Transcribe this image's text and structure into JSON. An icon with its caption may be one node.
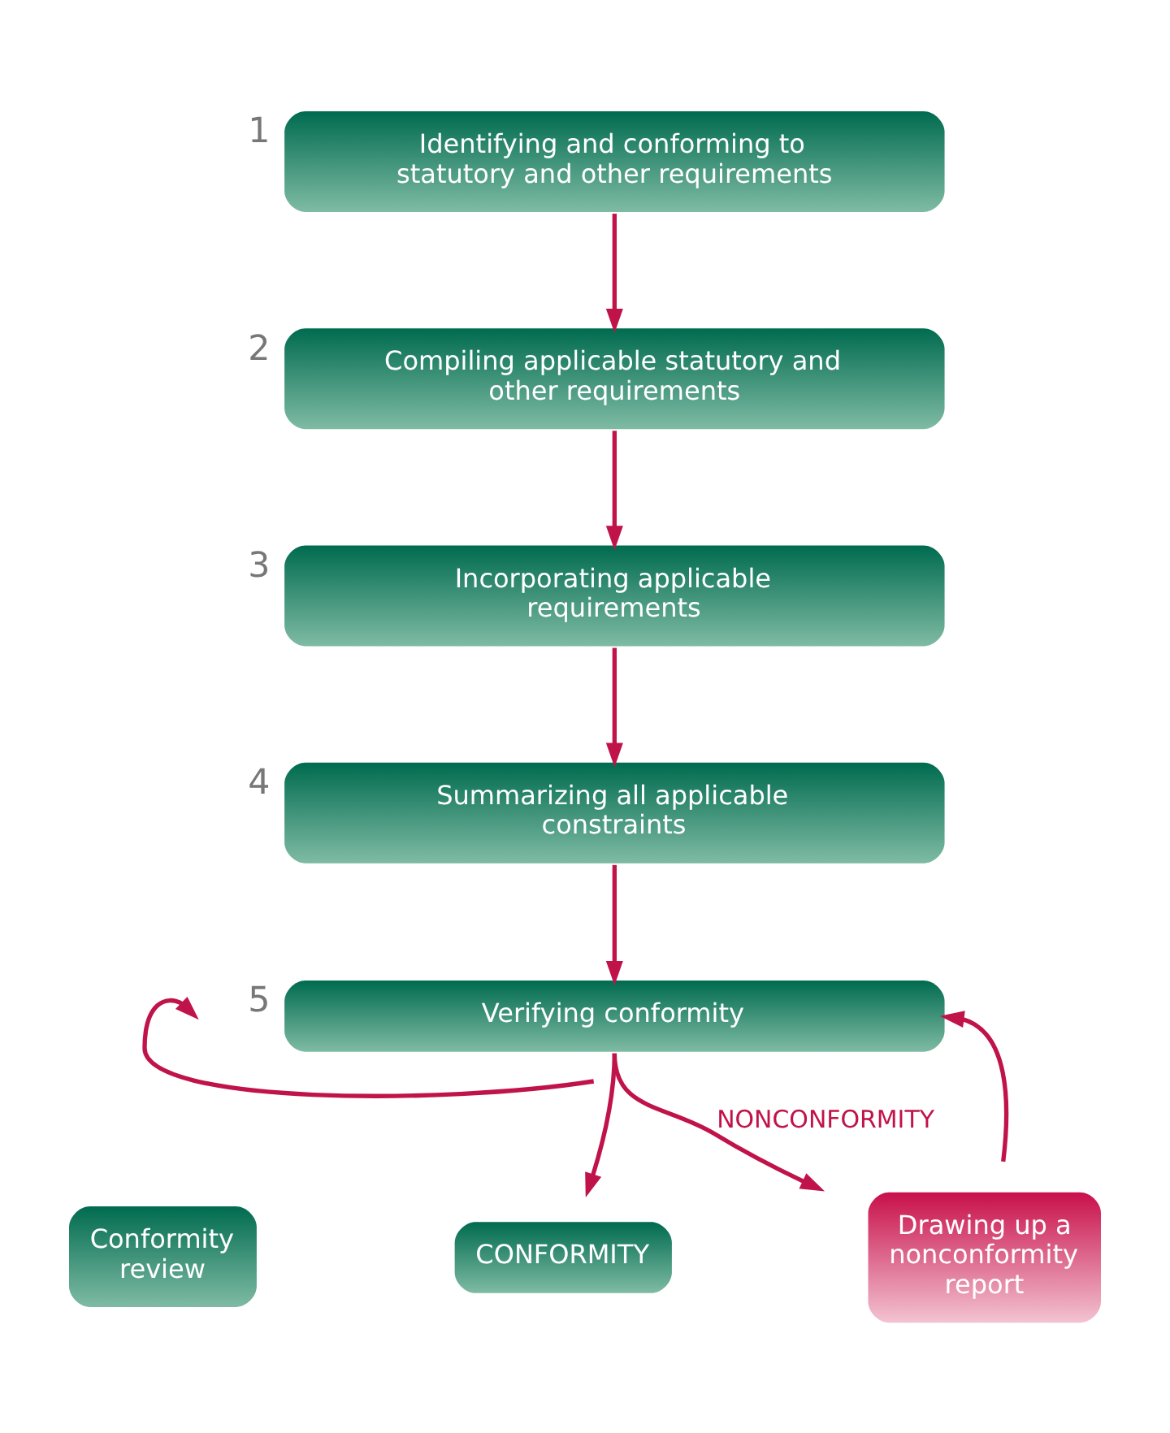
{
  "diagram": {
    "nodes": [
      {
        "text": [
          "Identifying and conforming to statutory and other requirements"
        ],
        "beside": [
          "1"
        ]
      },
      {
        "text": [
          "Compiling applicable statutory and other requirements"
        ],
        "beside": [
          "2"
        ]
      },
      {
        "text": [
          "Incorporating applicable requirements"
        ],
        "beside": [
          "3"
        ]
      },
      {
        "text": [
          "Summarizing all applicable constraints"
        ],
        "beside": [
          "4"
        ]
      },
      {
        "text": [
          "Verifying conformity"
        ],
        "beside": [
          "5"
        ]
      },
      {
        "text": [
          "Conformity review"
        ]
      },
      {
        "text": [
          "CONFORMITY"
        ]
      },
      {
        "text": [
          "Drawing up a nonconformity report"
        ]
      }
    ],
    "edges": [
      {
        "from": 0,
        "to": 1,
        "arrow": "to"
      },
      {
        "from": 1,
        "to": 2,
        "arrow": "to"
      },
      {
        "from": 2,
        "to": 3,
        "arrow": "to"
      },
      {
        "from": 3,
        "to": 4,
        "arrow": "to"
      },
      {
        "from": 4,
        "to": 4,
        "arrow": "to"
      },
      {
        "from": 4,
        "to": 6,
        "arrow": "to"
      },
      {
        "from": 4,
        "to": 7,
        "arrow": "to",
        "label": "NONCONFORMITY"
      },
      {
        "from": 7,
        "to": 4,
        "arrow": "to"
      }
    ]
  }
}
